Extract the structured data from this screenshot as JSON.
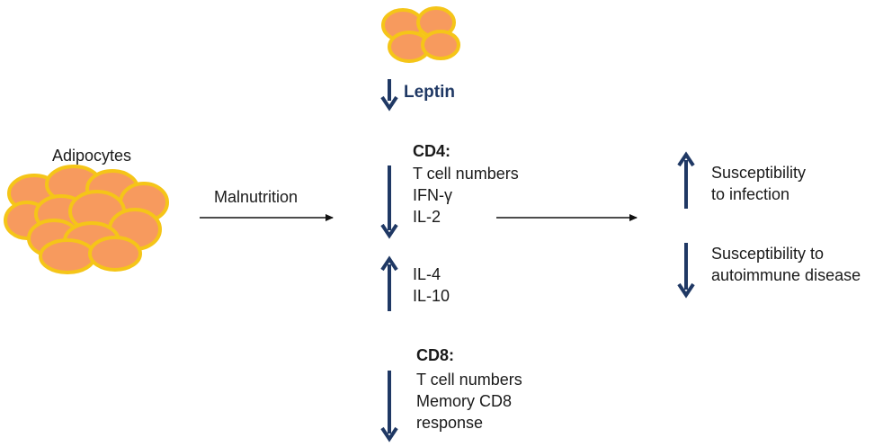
{
  "labels": {
    "adipocytes": "Adipocytes",
    "malnutrition": "Malnutrition",
    "leptin": "Leptin",
    "cd4": "CD4:",
    "cd8": "CD8:"
  },
  "cd4_down": [
    "T cell numbers",
    "IFN-γ",
    "IL-2"
  ],
  "cd4_up": [
    "IL-4",
    "IL-10"
  ],
  "cd8_down": [
    "T cell numbers",
    "Memory CD8",
    "response"
  ],
  "outcomes": {
    "up": [
      "Susceptibility",
      "to infection"
    ],
    "down": [
      "Susceptibility to",
      "autoimmune disease"
    ]
  },
  "colors": {
    "cell_fill": "#f79a5e",
    "cell_stroke": "#f5c518",
    "arrow_blue": "#1f3864",
    "arrow_black": "#111111"
  }
}
